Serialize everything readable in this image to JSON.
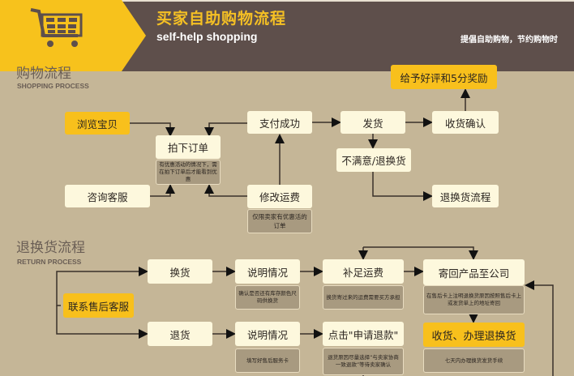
{
  "header": {
    "title": "买家自助购物流程",
    "subtitle": "self-help shopping",
    "slogan": "提倡自助购物，节约购物时",
    "cart_icon": "shopping-cart-icon"
  },
  "colors": {
    "accent": "#f7c21c",
    "header_bg": "#5e4f4b",
    "bg": "#c5b697",
    "box": "#fdf8dd"
  },
  "shopping": {
    "title": "购物流程",
    "title_en": "SHOPPING PROCESS",
    "browse": "浏览宝贝",
    "consult": "咨询客服",
    "order": "拍下订单",
    "order_note": "有优惠活动的情况下，需在拍下订单后才能看到优惠",
    "paid": "支付成功",
    "modify": "修改运费",
    "modify_note": "仅限卖家有优惠活的订单",
    "ship": "发货",
    "unhappy": "不满意/退换货",
    "confirm": "收货确认",
    "review": "给予好评和5分奖励",
    "return_flow": "退换货流程"
  },
  "returns": {
    "title": "退换货流程",
    "title_en": "RETURN PROCESS",
    "contact": "联系售后客服",
    "exchange": "换货",
    "explain1": "说明情况",
    "explain1_note": "确认是否还有库存颜色尺码供换货",
    "shipping_fee": "补足运费",
    "shipping_fee_note": "换货寄过来的运费需要买方承担",
    "send_back": "寄回产品至公司",
    "send_back_note": "在售后卡上注明退换货原因按照售后卡上或发货单上的地址寄回",
    "refund": "退货",
    "explain2": "说明情况",
    "explain2_note": "填写好售后服务卡",
    "apply": "点击\"申请退款\"",
    "apply_note": "退货原因尽量选择“与卖家协商一致退款”等待卖家确认",
    "receive": "收货、办理退换货",
    "receive_note": "七天内办理换货发货手续"
  }
}
